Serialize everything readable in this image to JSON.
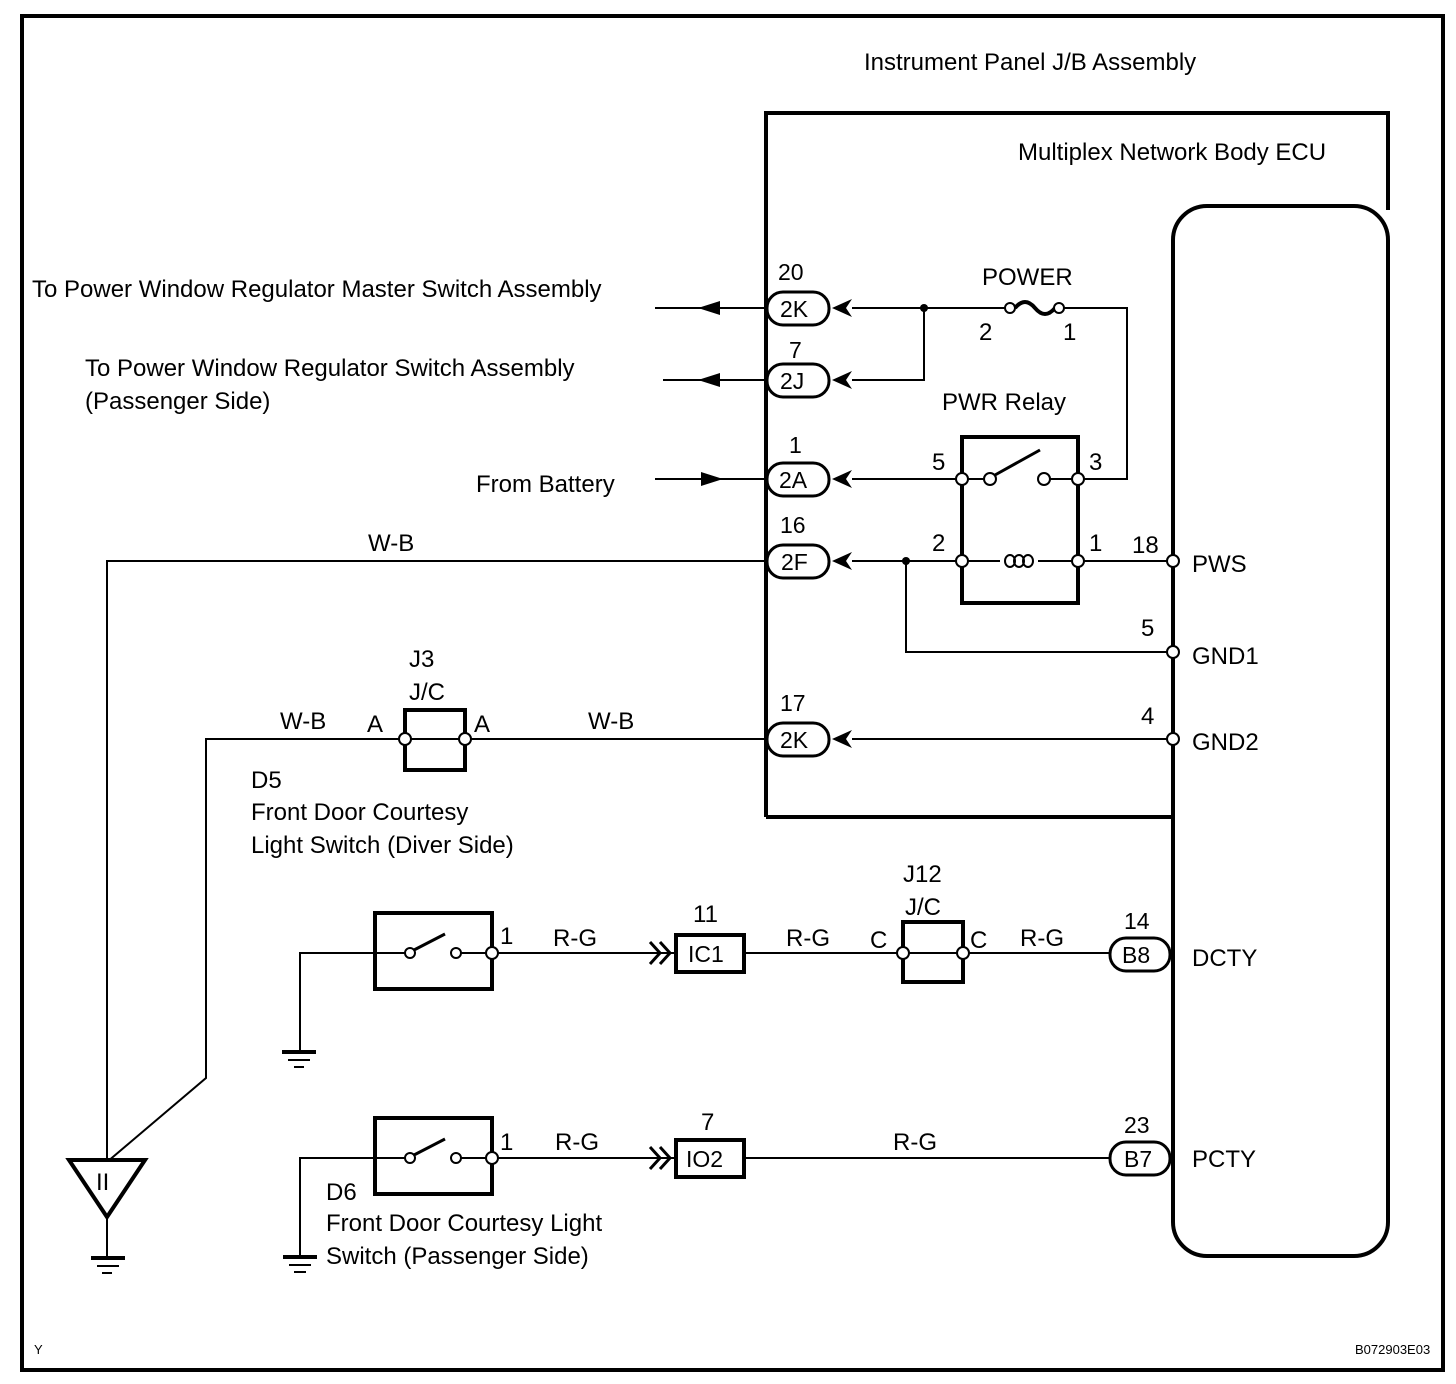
{
  "title": "Instrument Panel J/B Assembly",
  "ecu": {
    "name": "Multiplex Network Body ECU",
    "pins": [
      {
        "num": "18",
        "name": "PWS"
      },
      {
        "num": "5",
        "name": "GND1"
      },
      {
        "num": "4",
        "name": "GND2"
      },
      {
        "num": "14",
        "name": "DCTY",
        "connector": "B8"
      },
      {
        "num": "23",
        "name": "PCTY",
        "connector": "B7"
      }
    ]
  },
  "jb_connectors": [
    {
      "pin": "20",
      "code": "2K",
      "destination": "To Power Window Regulator Master Switch Assembly"
    },
    {
      "pin": "7",
      "code": "2J",
      "destination": "To Power Window Regulator Switch Assembly",
      "destination_line2": "(Passenger Side)"
    },
    {
      "pin": "1",
      "code": "2A",
      "destination": "From Battery"
    },
    {
      "pin": "16",
      "code": "2F",
      "wire": "W-B"
    },
    {
      "pin": "17",
      "code": "2K",
      "wire": "W-B"
    }
  ],
  "fuse": {
    "name": "POWER",
    "pin_left": "2",
    "pin_right": "1"
  },
  "relay": {
    "name": "PWR Relay",
    "pins": {
      "p5": "5",
      "p3": "3",
      "p2": "2",
      "p1": "1"
    }
  },
  "junction_j3": {
    "id": "J3",
    "type": "J/C",
    "pin_left": "A",
    "pin_right": "A",
    "wire_left": "W-B",
    "wire_right": "W-B"
  },
  "switch_d5": {
    "id": "D5",
    "name_line1": "Front Door Courtesy",
    "name_line2": "Light Switch (Diver Side)",
    "pin": "1"
  },
  "dcty_circuit": {
    "wire1": "R-G",
    "ic_pin": "11",
    "ic_code": "IC1",
    "wire2": "R-G",
    "junction": {
      "id": "J12",
      "type": "J/C",
      "pin_left": "C",
      "pin_right": "C"
    },
    "wire3": "R-G"
  },
  "switch_d6": {
    "id": "D6",
    "name_line1": "Front Door Courtesy Light",
    "name_line2": "Switch (Passenger Side)",
    "pin": "1"
  },
  "pcty_circuit": {
    "wire1": "R-G",
    "io_pin": "7",
    "io_code": "IO2",
    "wire2": "R-G"
  },
  "ground_point": {
    "label": "II"
  },
  "footer": {
    "left": "Y",
    "right": "B072903E03"
  }
}
